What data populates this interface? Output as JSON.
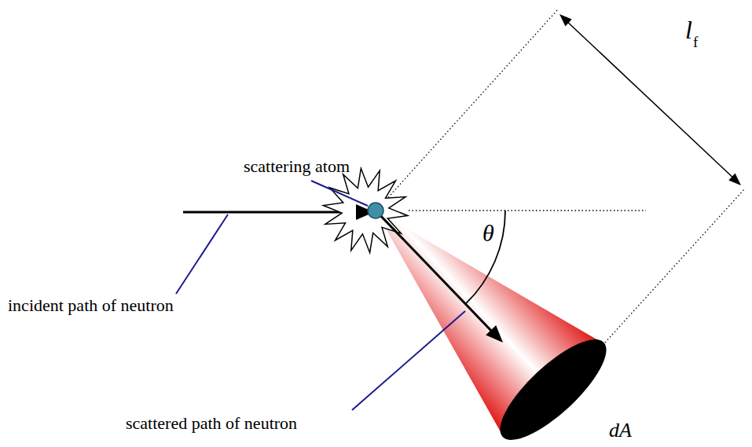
{
  "diagram": {
    "labels": [
      "scattering atom",
      "incident path of neutron",
      "scattered path of neutron",
      "θ",
      "l",
      "f",
      "dA"
    ]
  }
}
